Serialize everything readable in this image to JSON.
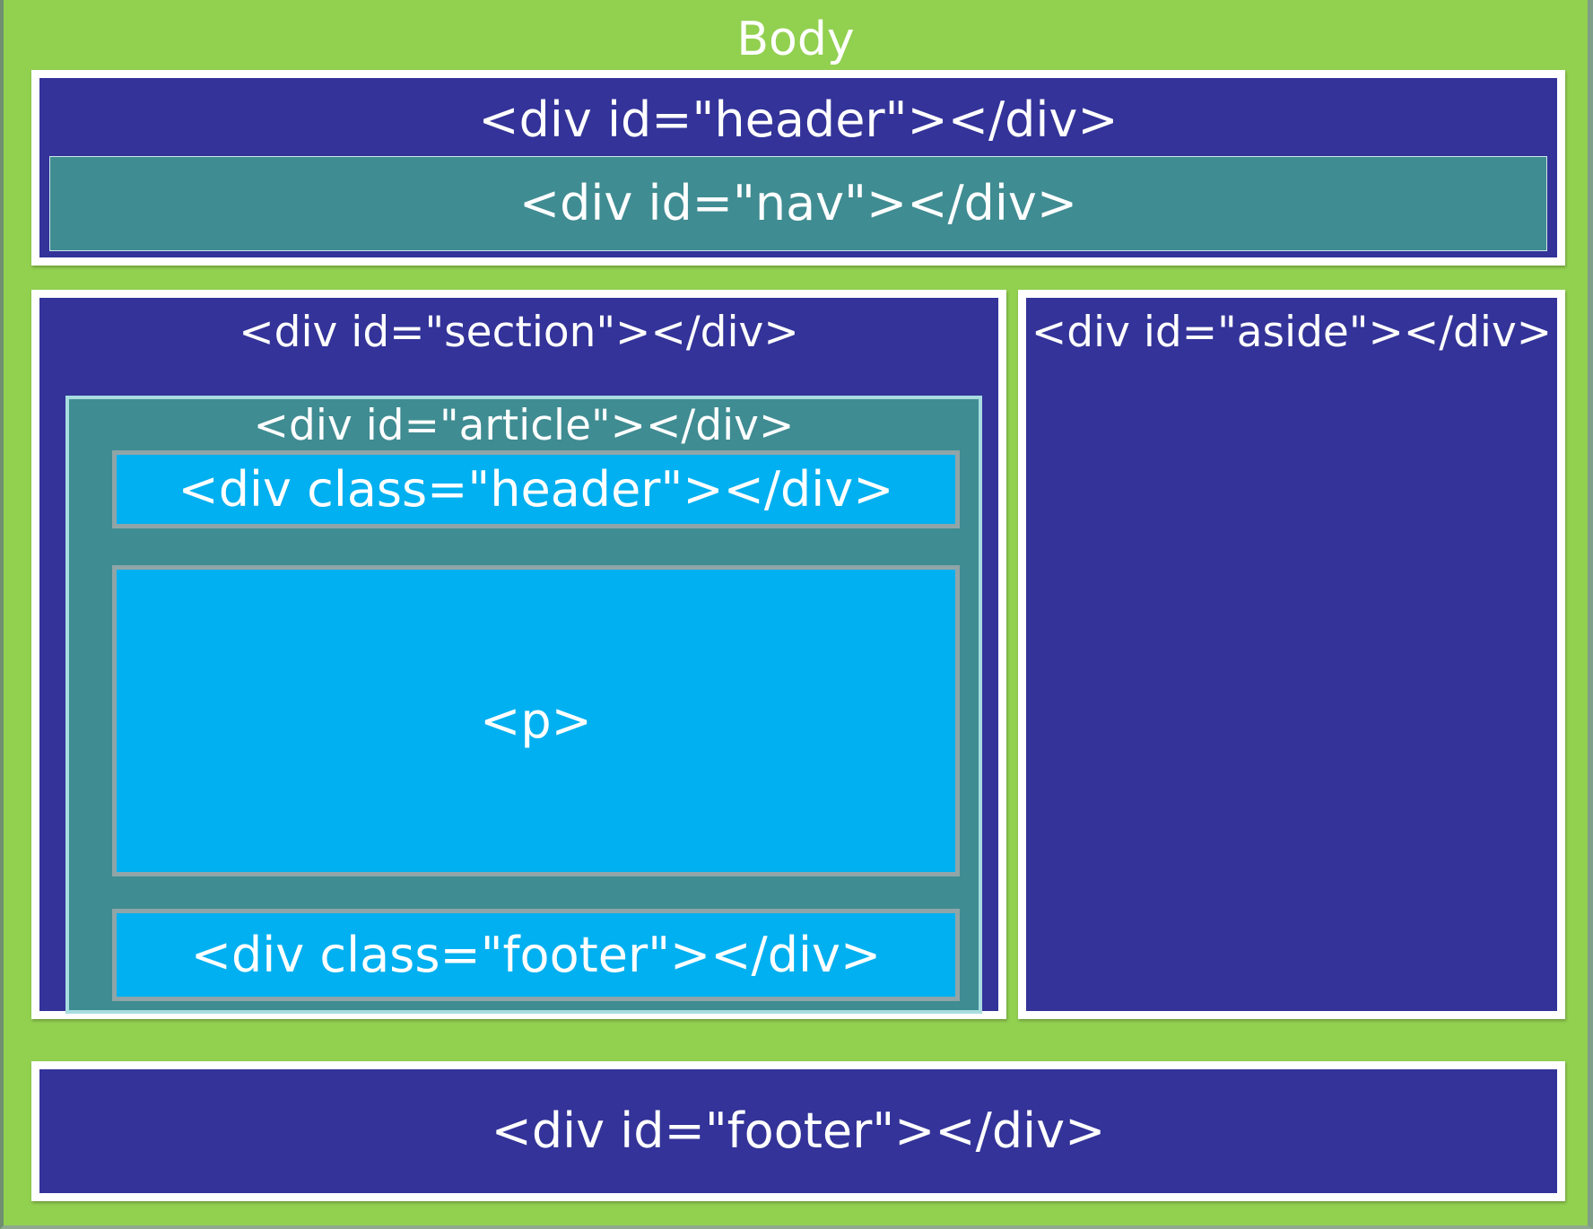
{
  "diagram": {
    "body_label": "Body",
    "header_label": "<div id=\"header\"></div>",
    "nav_label": "<div id=\"nav\"></div>",
    "section_label": "<div id=\"section\"></div>",
    "aside_label": "<div id=\"aside\"></div>",
    "article_label": "<div id=\"article\"></div>",
    "article_header_label": "<div class=\"header\"></div>",
    "paragraph_label": "<p>",
    "article_footer_label": "<div class=\"footer\"></div>",
    "footer_label": "<div id=\"footer\"></div>"
  },
  "colors": {
    "body": "#92d050",
    "outer_box": "#333399",
    "inner_teal": "#3f8c92",
    "inner_cyan": "#00b0f0",
    "border": "#ffffff"
  }
}
